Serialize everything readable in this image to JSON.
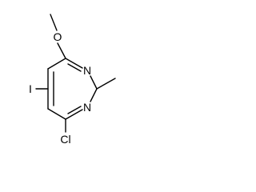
{
  "molecule": {
    "atoms": {
      "O": "O",
      "N1": "N",
      "N2": "N",
      "I": "I",
      "Cl": "Cl"
    }
  }
}
